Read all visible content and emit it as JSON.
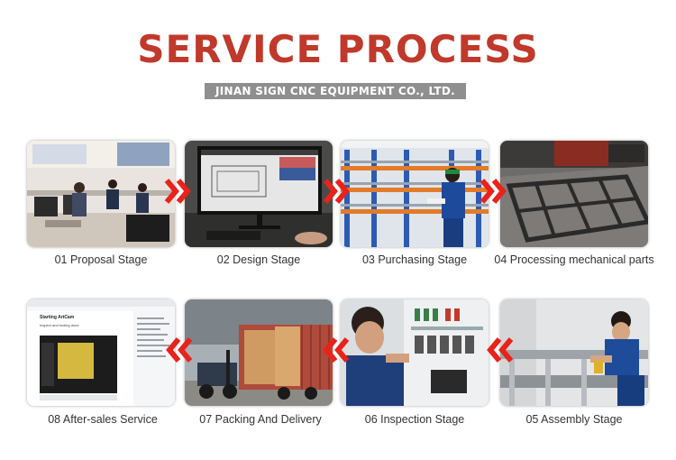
{
  "title": "SERVICE PROCESS",
  "company": "JINAN SIGN CNC EQUIPMENT CO., LTD.",
  "colors": {
    "accent": "#c0392b",
    "arrow": "#e8231b",
    "band": "#8f8f8f"
  },
  "steps": [
    {
      "label": "01 Proposal Stage",
      "image": "office-photo"
    },
    {
      "label": "02 Design Stage",
      "image": "design-monitor-photo"
    },
    {
      "label": "03 Purchasing Stage",
      "image": "warehouse-photo"
    },
    {
      "label": "04 Processing mechanical parts",
      "image": "machining-photo"
    },
    {
      "label": "05 Assembly Stage",
      "image": "assembly-photo"
    },
    {
      "label": "06 Inspection Stage",
      "image": "inspection-photo"
    },
    {
      "label": "07 Packing And Delivery",
      "image": "forklift-container-photo"
    },
    {
      "label": "08 After-sales Service",
      "image": "software-screen-photo"
    }
  ],
  "screen_text": {
    "heading": "Starting ArtCam",
    "subheading": "Inspect and tooling done"
  }
}
